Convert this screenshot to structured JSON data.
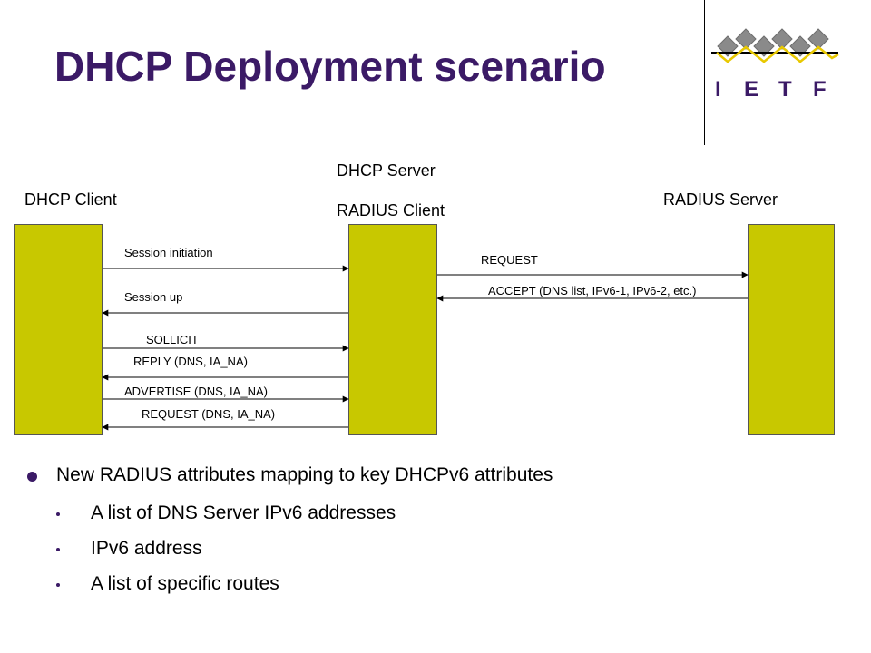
{
  "slide": {
    "title": "DHCP Deployment scenario"
  },
  "logo": {
    "text": "IETF",
    "colors": {
      "diamonds": "#8a8a8a",
      "zigzag": "#e8c800",
      "line": "#000000"
    }
  },
  "colors": {
    "title": "#3b1a66",
    "box_fill": "#c8c800",
    "bullet": "#3b1a66"
  },
  "diagram": {
    "entities": {
      "client": "DHCP Client",
      "middle_line1": "DHCP Server",
      "middle_line2": "RADIUS Client",
      "server": "RADIUS Server"
    },
    "messages": [
      {
        "label": "Session initiation",
        "direction": "right"
      },
      {
        "label": "Session up",
        "direction": "left"
      },
      {
        "label": "SOLLICIT",
        "direction": "right"
      },
      {
        "label": "REPLY (DNS, IA_NA)",
        "direction": "left"
      },
      {
        "label": "ADVERTISE (DNS, IA_NA)",
        "direction": "right"
      },
      {
        "label": "REQUEST (DNS, IA_NA)",
        "direction": "left"
      },
      {
        "label": "REQUEST",
        "direction": "right"
      },
      {
        "label": "ACCEPT (DNS list, IPv6-1, IPv6-2, etc.)",
        "direction": "left"
      }
    ]
  },
  "bullets": {
    "main": "New RADIUS attributes mapping to key DHCPv6 attributes",
    "sub": [
      "A list of DNS Server IPv6 addresses",
      "IPv6 address",
      "A list of specific routes"
    ]
  }
}
